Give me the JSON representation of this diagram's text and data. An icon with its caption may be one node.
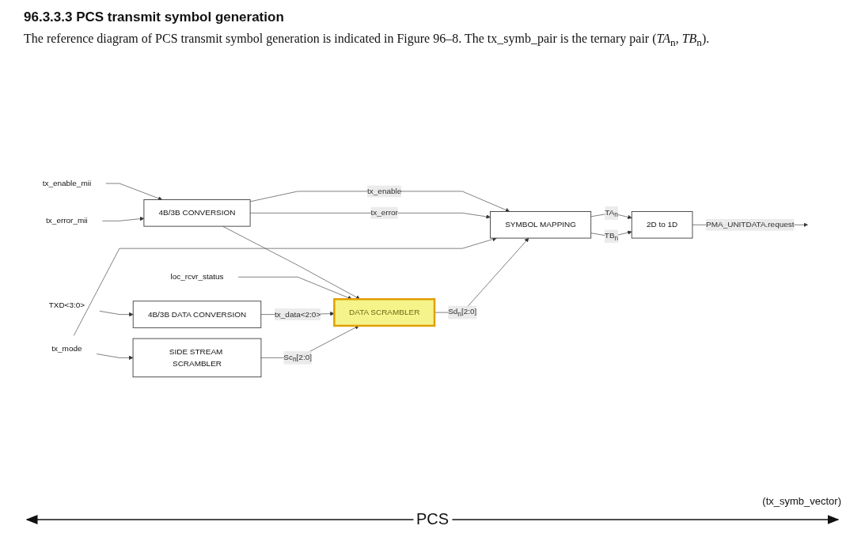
{
  "diagram": {
    "title": "96.3.3.3 PCS transmit symbol generation",
    "nodes": [
      {
        "text": [
          "tx_enable_mii"
        ]
      },
      {
        "text": [
          "tx_error_mii"
        ]
      },
      {
        "text": [
          "4B/3B CONVERSION"
        ]
      },
      {
        "text": [
          "loc_rcvr_status"
        ]
      },
      {
        "text": [
          "TXD<3:0>"
        ]
      },
      {
        "text": [
          "4B/3B DATA CONVERSION"
        ]
      },
      {
        "text": [
          "tx_mode"
        ]
      },
      {
        "text": [
          "SYMBOL MAPPING"
        ]
      },
      {
        "text": [
          "DATA SCRAMBLER"
        ]
      },
      {
        "text": [
          "SIDE STREAM SCRAMBLER"
        ]
      },
      {
        "text": [
          "2D to 1D"
        ]
      }
    ],
    "edges": [
      {
        "from": 0,
        "to": 2,
        "arrow": "to"
      },
      {
        "from": 1,
        "to": 2,
        "arrow": "to"
      },
      {
        "from": 2,
        "to": 7,
        "arrow": "to",
        "label": "tx_enable"
      },
      {
        "from": 2,
        "to": 8,
        "arrow": "to"
      },
      {
        "from": 2,
        "to": 7,
        "arrow": "to",
        "label": "tx_error"
      },
      {
        "from": 6,
        "to": 7,
        "arrow": "to"
      },
      {
        "from": 3,
        "to": 8,
        "arrow": "to"
      },
      {
        "from": 4,
        "to": 5,
        "arrow": "to"
      },
      {
        "from": 5,
        "to": 8,
        "arrow": "to",
        "label": "tx_data<2:0>"
      },
      {
        "from": 6,
        "to": 9,
        "arrow": "to"
      },
      {
        "from": 9,
        "to": 8,
        "arrow": "to",
        "label": "Sc$_{n}$[2:0]"
      },
      {
        "from": 8,
        "to": 7,
        "arrow": "to",
        "label": "Sd$_{n}$[2:0]"
      },
      {
        "from": 7,
        "to": 10,
        "arrow": "to",
        "label": "TA$_{n}$"
      },
      {
        "from": 7,
        "to": 10,
        "arrow": "to",
        "label": "TB$_{n}$"
      },
      {
        "from": 10,
        "to": null,
        "arrow": "to",
        "label": "PMA_UNITDATA.request"
      }
    ],
    "labels": [
      "The reference diagram of PCS transmit symbol generation is indicated in Figure 96–8. The tx_symb_pair is the ternary pair (*TA*$_{n}$, *TB*$_{n}$).",
      "(tx_symb_vector)",
      "PCS"
    ]
  }
}
